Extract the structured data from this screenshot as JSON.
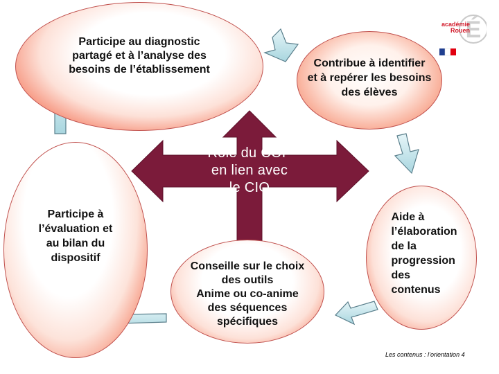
{
  "center": {
    "label_line1": "Rôle du COP",
    "label_line2": "en lien avec",
    "label_line3": "le CIO"
  },
  "nodes": [
    {
      "lines": [
        "Participe au diagnostic",
        "partagé et à l’analyse des",
        "besoins de l’établissement"
      ]
    },
    {
      "lines": [
        "Contribue à identifier",
        "et à repérer les besoins",
        "des élèves"
      ]
    },
    {
      "lines": [
        "Aide à",
        "l’élaboration",
        "de la",
        "progression",
        "des",
        "contenus"
      ]
    },
    {
      "lines": [
        "Conseille sur le choix",
        "des outils",
        "Anime ou co-anime",
        "des séquences",
        "spécifiques"
      ]
    },
    {
      "lines": [
        "Participe à",
        "l’évaluation et",
        "au bilan du",
        "dispositif"
      ]
    }
  ],
  "logo": {
    "line1": "académie",
    "line2": "Rouen",
    "letter": "É"
  },
  "footer": "Les  contenus : l’orientation 4",
  "colors": {
    "center_arrow": "#7b1b3a",
    "oval_border": "#c0504d",
    "oval_fill_edge": "#ee5533",
    "cycle_arrow_fill": "#b8dfe6",
    "cycle_arrow_stroke": "#5a7f8c",
    "logo_red": "#d21a2a"
  }
}
